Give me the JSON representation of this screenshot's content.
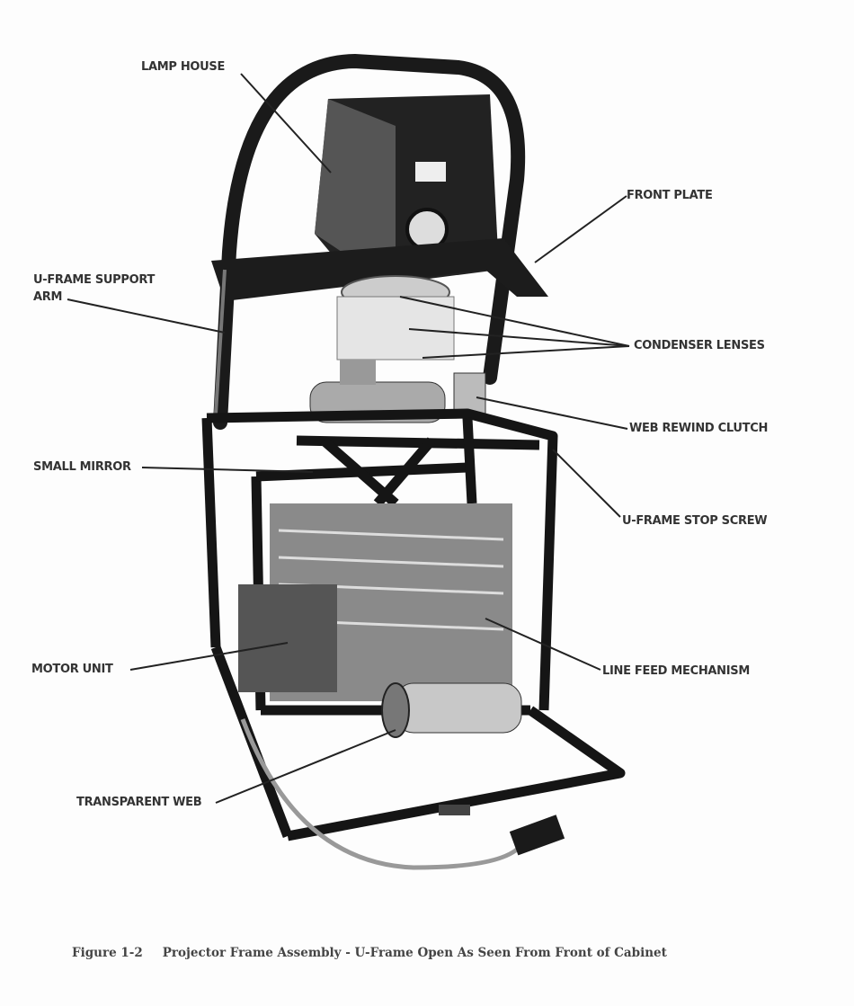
{
  "labels": {
    "lamp_house": "LAMP HOUSE",
    "front_plate": "FRONT PLATE",
    "u_frame_support_arm_1": "U-FRAME SUPPORT",
    "u_frame_support_arm_2": "ARM",
    "condenser_lenses": "CONDENSER LENSES",
    "web_rewind_clutch": "WEB REWIND CLUTCH",
    "small_mirror": "SMALL MIRROR",
    "u_frame_stop_screw": "U-FRAME STOP SCREW",
    "motor_unit": "MOTOR UNIT",
    "line_feed_mechanism": "LINE FEED MECHANISM",
    "transparent_web": "TRANSPARENT WEB"
  },
  "caption": {
    "number": "Figure 1-2",
    "text": "Projector Frame Assembly - U-Frame Open As Seen From Front of Cabinet"
  }
}
